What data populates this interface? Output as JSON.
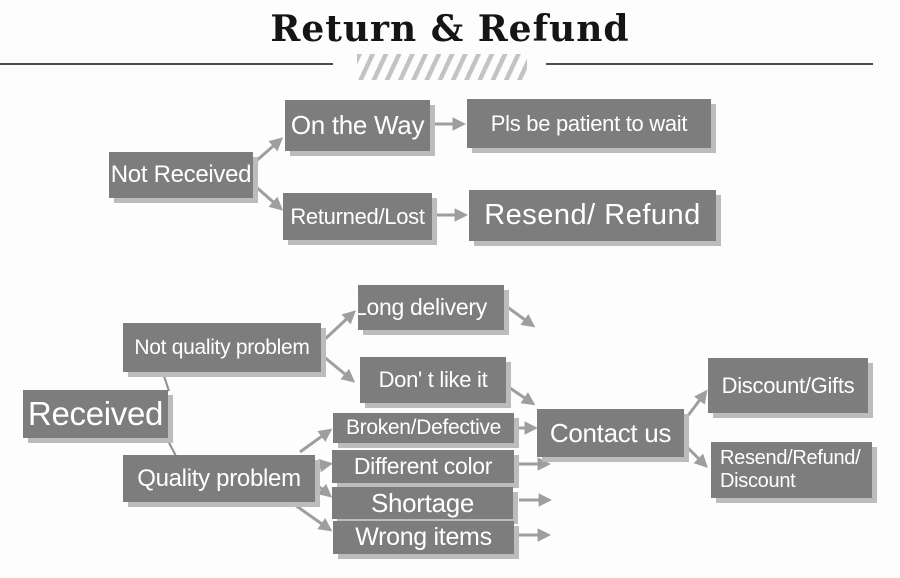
{
  "title": "Return & Refund",
  "colors": {
    "box_fill": "#7d7d7d",
    "box_text": "#ffffff",
    "box_shadow": "#bcbcbc",
    "arrow": "#9e9e9e",
    "title_text": "#151515",
    "header_rule": "#4d4d4d",
    "hatch": "#c3c3c3",
    "background": "#fdfdfd"
  },
  "nodes": {
    "not_received": "Not Received",
    "on_the_way": "On the Way",
    "pls_be_patient": "Pls be patient to wait",
    "returned_lost": "Returned/Lost",
    "resend_refund": "Resend/ Refund",
    "received": "Received",
    "not_quality_problem": "Not quality problem",
    "long_delivery": "Long delivery",
    "dont_like_it": "Don' t like it",
    "quality_problem": "Quality problem",
    "broken_defective": "Broken/Defective",
    "different_color": "Different color",
    "shortage": "Shortage",
    "wrong_items": "Wrong items",
    "contact_us": "Contact us",
    "discount_gifts": "Discount/Gifts",
    "resend_refund_discount": "Resend/Refund/\nDiscount"
  },
  "edges": [
    {
      "from": "not_received",
      "to": "on_the_way"
    },
    {
      "from": "not_received",
      "to": "returned_lost"
    },
    {
      "from": "on_the_way",
      "to": "pls_be_patient"
    },
    {
      "from": "returned_lost",
      "to": "resend_refund"
    },
    {
      "from": "received",
      "to": "not_quality_problem"
    },
    {
      "from": "received",
      "to": "quality_problem"
    },
    {
      "from": "not_quality_problem",
      "to": "long_delivery"
    },
    {
      "from": "not_quality_problem",
      "to": "dont_like_it"
    },
    {
      "from": "long_delivery",
      "to": null
    },
    {
      "from": "dont_like_it",
      "to": "contact_us"
    },
    {
      "from": "quality_problem",
      "to": "broken_defective"
    },
    {
      "from": "quality_problem",
      "to": "different_color"
    },
    {
      "from": "quality_problem",
      "to": "shortage"
    },
    {
      "from": "quality_problem",
      "to": "wrong_items"
    },
    {
      "from": "broken_defective",
      "to": "contact_us"
    },
    {
      "from": "different_color",
      "to": null
    },
    {
      "from": "shortage",
      "to": null
    },
    {
      "from": "wrong_items",
      "to": null
    },
    {
      "from": "contact_us",
      "to": "discount_gifts"
    },
    {
      "from": "contact_us",
      "to": "resend_refund_discount"
    }
  ]
}
